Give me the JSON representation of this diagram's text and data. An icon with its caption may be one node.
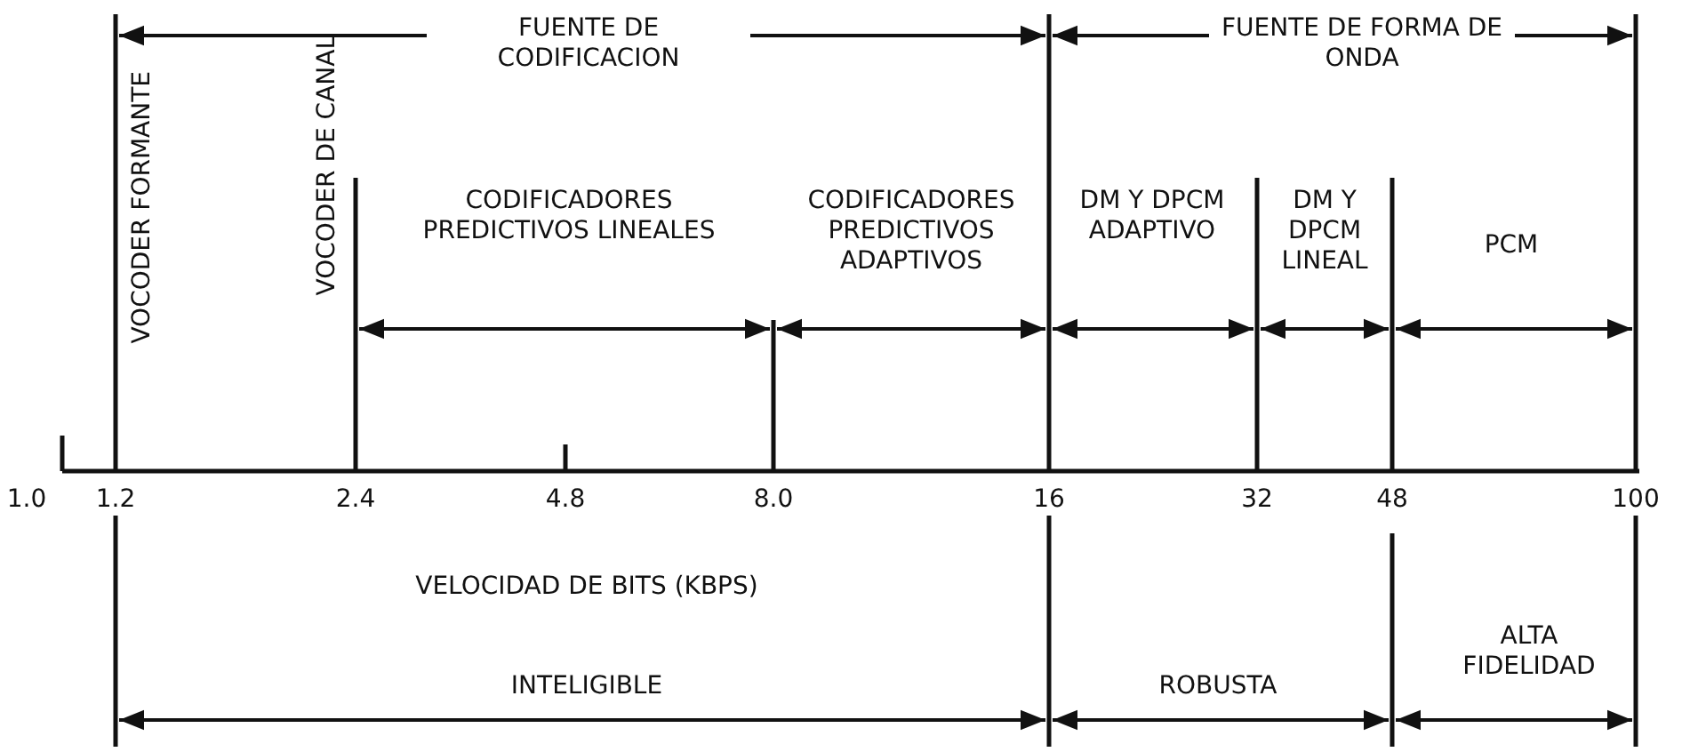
{
  "diagram": {
    "labels": [
      "FUENTE DE CODIFICACION",
      "FUENTE DE FORMA DE ONDA",
      "VOCODER FORMANTE",
      "VOCODER DE CANAL",
      "CODIFICADORES PREDICTIVOS LINEALES",
      "CODIFICADORES PREDICTIVOS ADAPTIVOS",
      "DM Y DPCM ADAPTIVO",
      "DM Y DPCM LINEAL",
      "PCM",
      "1.0",
      "1.2",
      "2.4",
      "4.8",
      "8.0",
      "16",
      "32",
      "48",
      "100",
      "VELOCIDAD DE BITS (KBPS)",
      "INTELIGIBLE",
      "ROBUSTA",
      "ALTA FIDELIDAD"
    ]
  }
}
